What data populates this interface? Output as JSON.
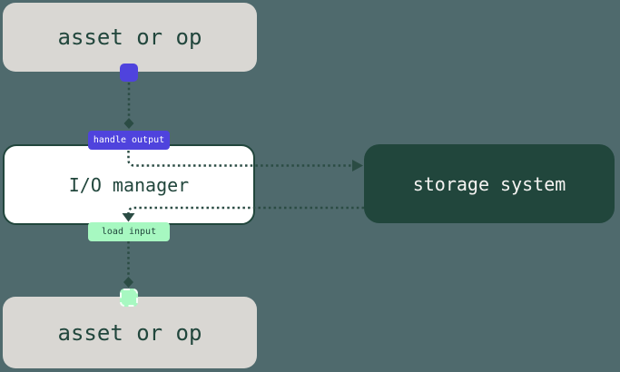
{
  "diagram": {
    "nodes": {
      "asset_top": {
        "label": "asset or op"
      },
      "io_manager": {
        "label": "I/O manager"
      },
      "storage_system": {
        "label": "storage system"
      },
      "asset_bottom": {
        "label": "asset or op"
      }
    },
    "badges": {
      "handle_output": {
        "label": "handle output"
      },
      "load_input": {
        "label": "load input"
      }
    },
    "flows": [
      {
        "from": "asset or op",
        "to": "I/O manager",
        "via": "handle output",
        "style": "dotted"
      },
      {
        "from": "I/O manager",
        "to": "storage system",
        "via": "handle output",
        "style": "dotted"
      },
      {
        "from": "storage system",
        "to": "I/O manager",
        "via": "load input",
        "style": "dotted"
      },
      {
        "from": "I/O manager",
        "to": "asset or op",
        "via": "load input",
        "style": "dotted"
      }
    ],
    "colors": {
      "background": "#4f6a6d",
      "node_gray": "#d9d7d3",
      "dark_green": "#21463c",
      "connector_green": "#2b4c44",
      "blurple": "#4f43dd",
      "light_green": "#a7f8c1",
      "io_manager_bg": "#ffffff",
      "badge_text_light": "#ffffff"
    }
  }
}
